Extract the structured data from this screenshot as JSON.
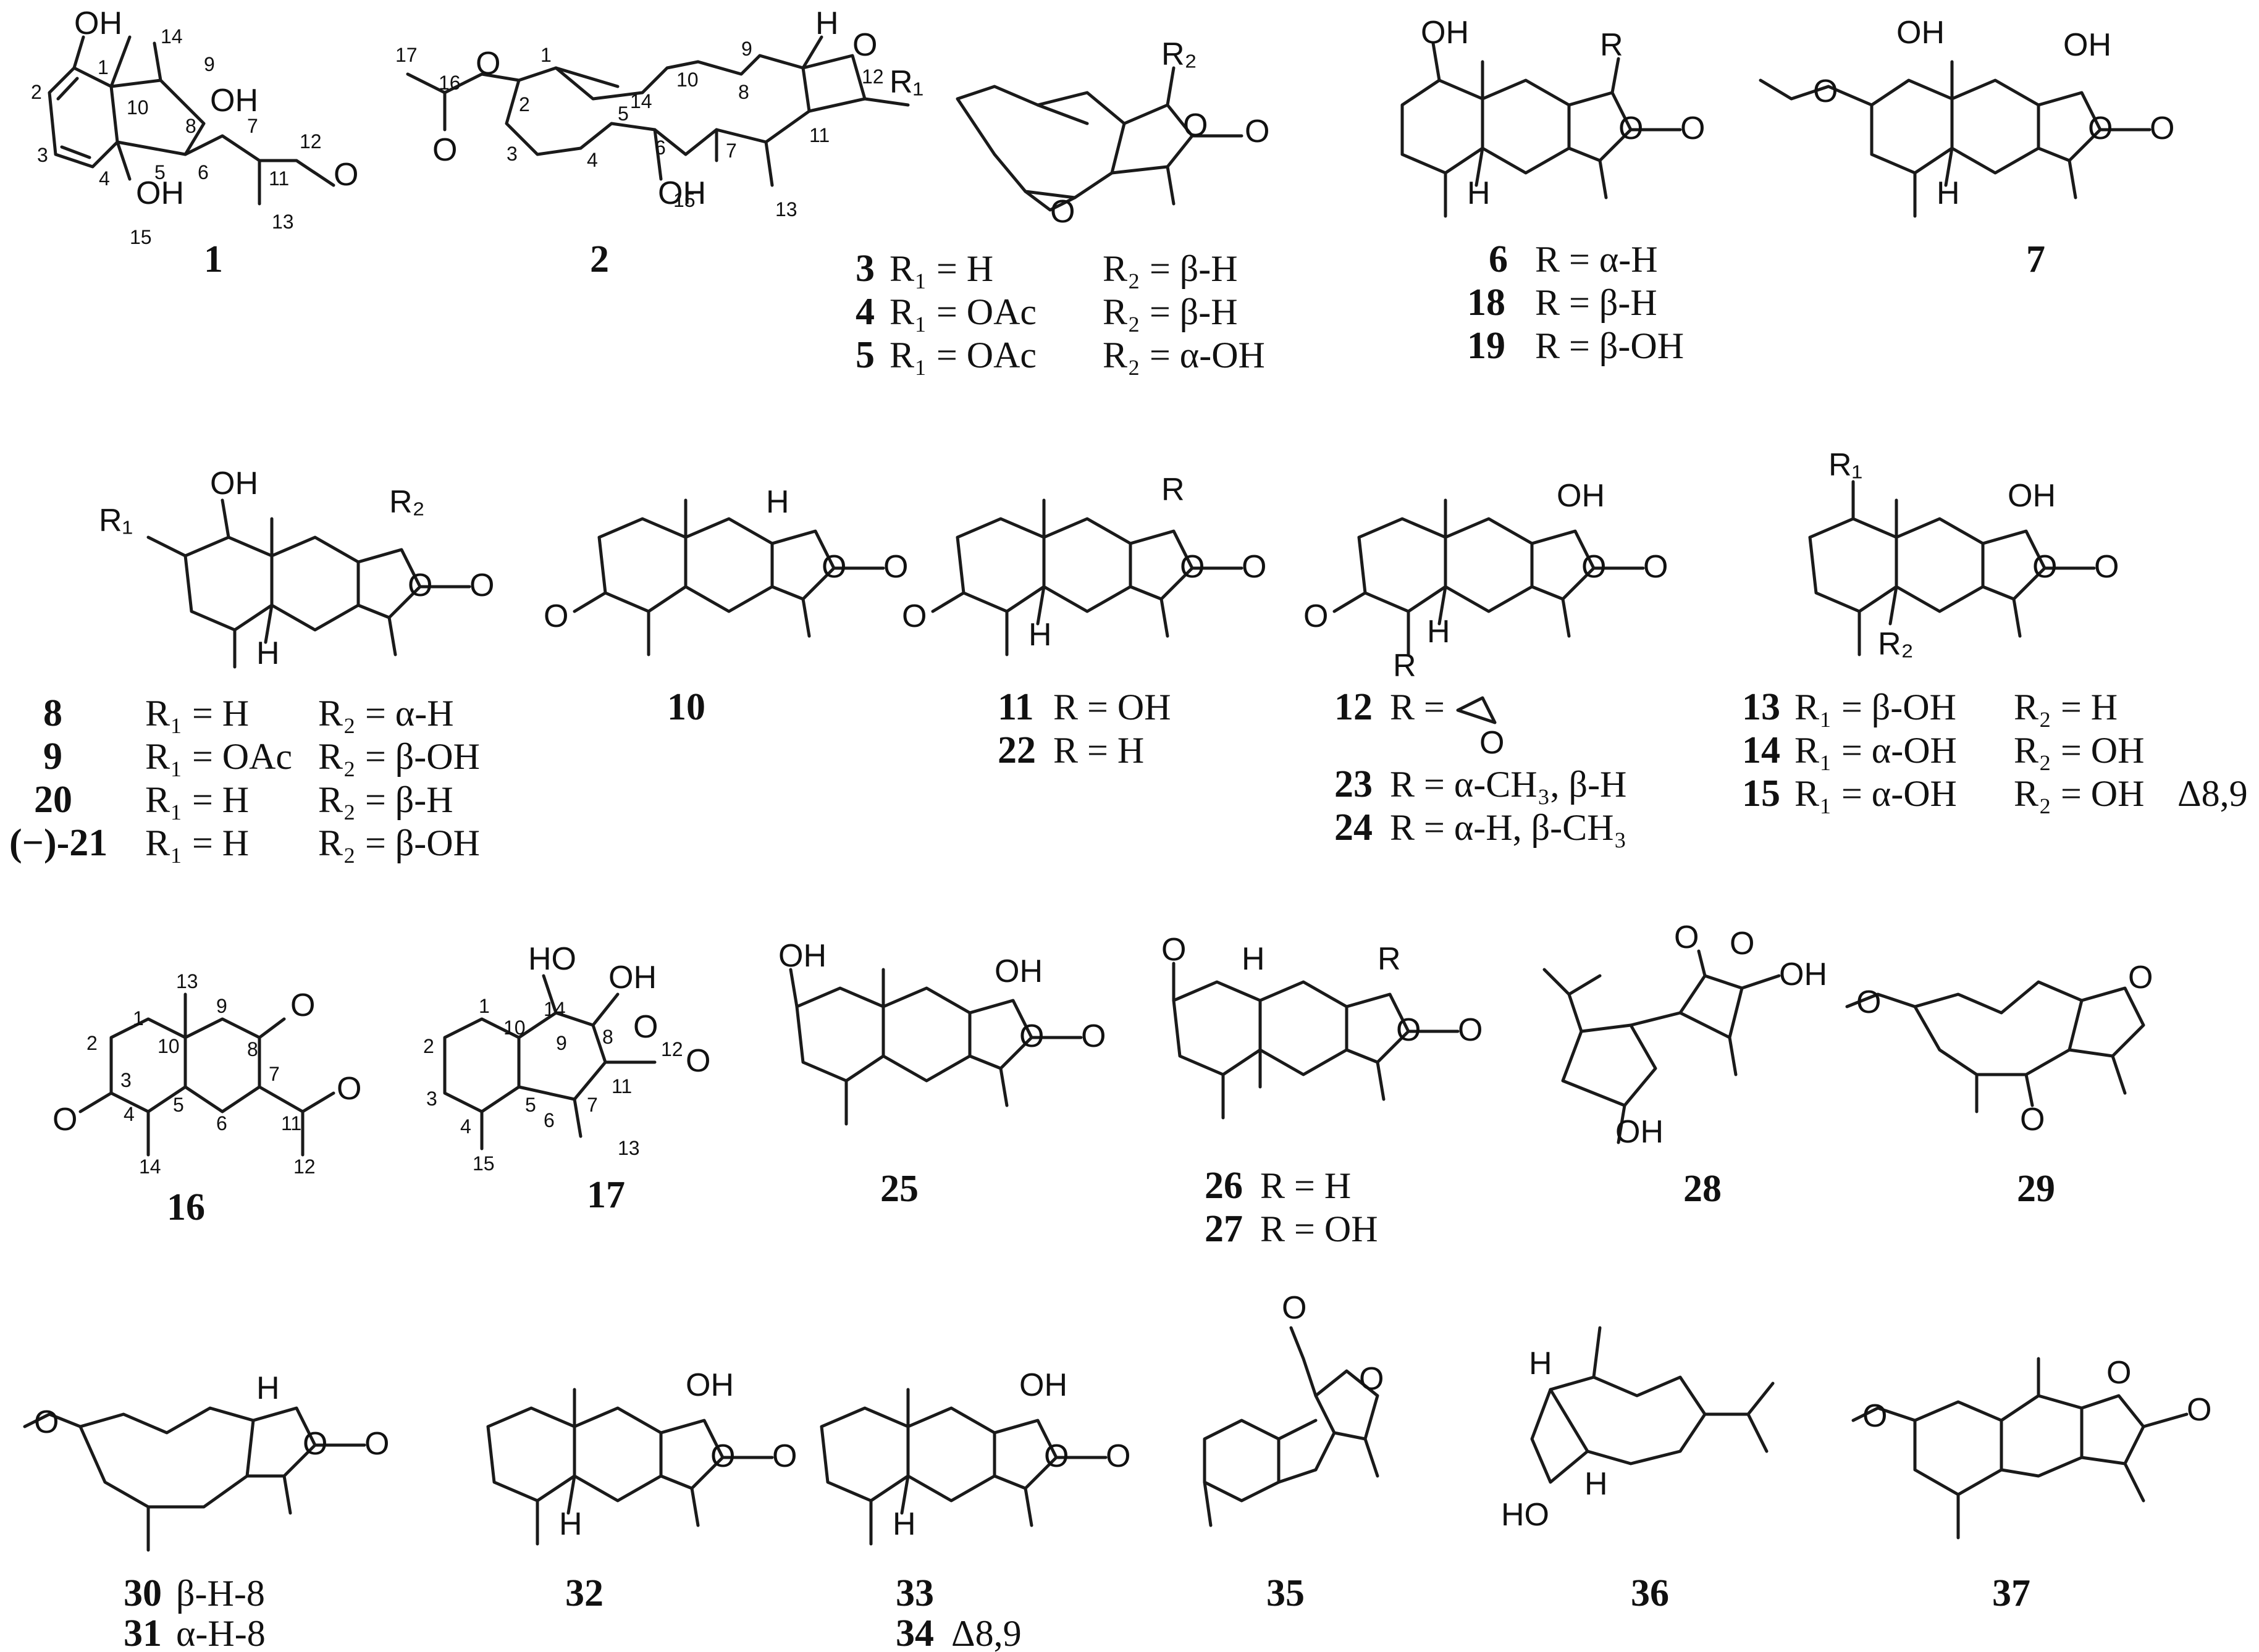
{
  "compounds": [
    {
      "id": "1",
      "atoms": [
        "OH",
        "OH",
        "OH",
        "O"
      ],
      "numbers": [
        "1",
        "2",
        "3",
        "4",
        "5",
        "6",
        "7",
        "8",
        "9",
        "10",
        "11",
        "12",
        "13",
        "14",
        "15"
      ]
    },
    {
      "id": "2",
      "atoms": [
        "O",
        "O",
        "O",
        "OH",
        "H"
      ],
      "numbers": [
        "1",
        "2",
        "3",
        "4",
        "5",
        "6",
        "7",
        "8",
        "9",
        "10",
        "11",
        "12",
        "13",
        "14",
        "15",
        "16",
        "17"
      ]
    },
    {
      "id": "3",
      "atoms": [
        "R₁",
        "R₂",
        "O",
        "O",
        "O"
      ]
    },
    {
      "id": "6",
      "atoms": [
        "OH",
        "R",
        "O",
        "O",
        "H"
      ]
    },
    {
      "id": "7",
      "atoms": [
        "OH",
        "OH",
        "O",
        "O",
        "O",
        "H"
      ]
    },
    {
      "id": "8",
      "atoms": [
        "OH",
        "R₁",
        "R₂",
        "O",
        "O",
        "H"
      ]
    },
    {
      "id": "10",
      "atoms": [
        "O",
        "H",
        "O",
        "O"
      ]
    },
    {
      "id": "11",
      "atoms": [
        "R",
        "O",
        "O",
        "O",
        "H"
      ]
    },
    {
      "id": "12",
      "atoms": [
        "OH",
        "O",
        "O",
        "O",
        "H",
        "R"
      ]
    },
    {
      "id": "13",
      "atoms": [
        "R₁",
        "OH",
        "O",
        "O",
        "R₂"
      ]
    },
    {
      "id": "16",
      "atoms": [
        "O",
        "O",
        "O"
      ],
      "numbers": [
        "1",
        "2",
        "3",
        "4",
        "5",
        "6",
        "7",
        "8",
        "9",
        "10",
        "11",
        "12",
        "13",
        "14"
      ]
    },
    {
      "id": "17",
      "atoms": [
        "HO",
        "OH",
        "O",
        "O"
      ],
      "numbers": [
        "1",
        "2",
        "3",
        "4",
        "5",
        "6",
        "7",
        "8",
        "9",
        "10",
        "11",
        "12",
        "13",
        "14",
        "15"
      ]
    },
    {
      "id": "25",
      "atoms": [
        "OH",
        "OH",
        "O",
        "O"
      ]
    },
    {
      "id": "26",
      "atoms": [
        "O",
        "H",
        "R",
        "O",
        "O"
      ]
    },
    {
      "id": "28",
      "atoms": [
        "O",
        "O",
        "OH",
        "OH"
      ]
    },
    {
      "id": "29",
      "atoms": [
        "O",
        "O",
        "O"
      ]
    },
    {
      "id": "30",
      "atoms": [
        "O",
        "H",
        "O",
        "O"
      ]
    },
    {
      "id": "32",
      "atoms": [
        "OH",
        "O",
        "O",
        "H"
      ]
    },
    {
      "id": "33",
      "atoms": [
        "OH",
        "O",
        "O",
        "H"
      ]
    },
    {
      "id": "35",
      "atoms": [
        "O",
        "O"
      ]
    },
    {
      "id": "36",
      "atoms": [
        "H",
        "HO",
        "H"
      ]
    },
    {
      "id": "37",
      "atoms": [
        "O",
        "O",
        "O"
      ]
    }
  ],
  "captions": {
    "c1": "1",
    "c2": "2",
    "c3": [
      {
        "id": "3",
        "r1": "R₁ = H",
        "r2": "R₂ = β-H"
      },
      {
        "id": "4",
        "r1": "R₁ = OAc",
        "r2": "R₂ = β-H"
      },
      {
        "id": "5",
        "r1": "R₁ = OAc",
        "r2": "R₂ = α-OH"
      }
    ],
    "c6": [
      {
        "id": "6",
        "r": "R = α-H"
      },
      {
        "id": "18",
        "r": "R = β-H"
      },
      {
        "id": "19",
        "r": "R = β-OH"
      }
    ],
    "c7": "7",
    "c8": [
      {
        "id": "8",
        "r1": "R₁ = H",
        "r2": "R₂ = α-H"
      },
      {
        "id": "9",
        "r1": "R₁ = OAc",
        "r2": "R₂ = β-OH"
      },
      {
        "id": "20",
        "r1": "R₁ = H",
        "r2": "R₂ = β-H"
      },
      {
        "id": "(−)-21",
        "r1": "R₁ = H",
        "r2": "R₂ = β-OH"
      }
    ],
    "c10": "10",
    "c11": [
      {
        "id": "11",
        "r": "R = OH"
      },
      {
        "id": "22",
        "r": "R = H"
      }
    ],
    "c12": [
      {
        "id": "12",
        "r": "R ="
      },
      {
        "id": "23",
        "r": "R = α-CH₃, β-H"
      },
      {
        "id": "24",
        "r": "R = α-H, β-CH₃"
      }
    ],
    "c13": [
      {
        "id": "13",
        "r1": "R₁ = β-OH",
        "r2": "R₂ = H",
        "extra": ""
      },
      {
        "id": "14",
        "r1": "R₁ = α-OH",
        "r2": "R₂ = OH",
        "extra": ""
      },
      {
        "id": "15",
        "r1": "R₁ = α-OH",
        "r2": "R₂ = OH",
        "extra": "Δ8,9"
      }
    ],
    "c16": "16",
    "c17": "17",
    "c25": "25",
    "c26": [
      {
        "id": "26",
        "r": "R = H"
      },
      {
        "id": "27",
        "r": "R = OH"
      }
    ],
    "c28": "28",
    "c29": "29",
    "c30": [
      {
        "id": "30",
        "r": "β-H-8"
      },
      {
        "id": "31",
        "r": "α-H-8"
      }
    ],
    "c32": "32",
    "c33": [
      {
        "id": "33",
        "r": ""
      },
      {
        "id": "34",
        "r": "Δ8,9"
      }
    ],
    "c35": "35",
    "c36": "36",
    "c37": "37"
  }
}
